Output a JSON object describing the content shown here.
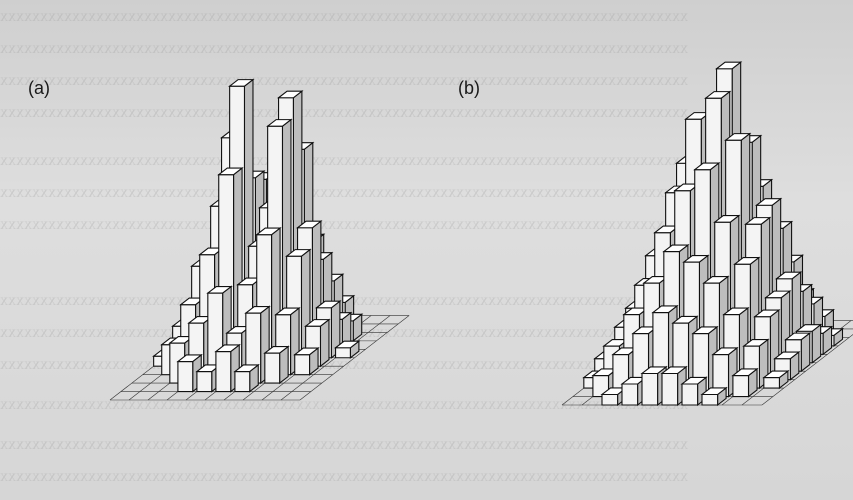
{
  "chart_data": [
    {
      "type": "3d-bar",
      "panel_label": "(a)",
      "grid_rows": 10,
      "grid_cols": 10,
      "heights": [
        [
          0,
          0,
          0,
          0,
          0,
          0,
          0,
          0,
          0,
          0
        ],
        [
          0,
          0,
          0,
          3,
          2,
          4,
          2,
          0,
          0,
          0
        ],
        [
          0,
          0,
          4,
          6,
          9,
          5,
          7,
          3,
          0,
          0
        ],
        [
          0,
          3,
          7,
          12,
          20,
          9,
          14,
          6,
          2,
          0
        ],
        [
          1,
          4,
          10,
          16,
          28,
          12,
          24,
          11,
          4,
          0
        ],
        [
          1,
          5,
          9,
          22,
          18,
          15,
          26,
          13,
          5,
          1
        ],
        [
          0,
          3,
          8,
          14,
          17,
          11,
          20,
          9,
          3,
          0
        ],
        [
          0,
          2,
          5,
          9,
          12,
          8,
          10,
          6,
          2,
          0
        ],
        [
          0,
          0,
          2,
          4,
          6,
          5,
          4,
          3,
          0,
          0
        ],
        [
          0,
          0,
          0,
          1,
          2,
          2,
          1,
          0,
          0,
          0
        ]
      ]
    },
    {
      "type": "3d-bar",
      "panel_label": "(b)",
      "grid_rows": 10,
      "grid_cols": 10,
      "heights": [
        [
          0,
          0,
          1,
          2,
          3,
          3,
          2,
          1,
          0,
          0
        ],
        [
          0,
          2,
          4,
          6,
          8,
          7,
          6,
          4,
          2,
          0
        ],
        [
          1,
          4,
          7,
          10,
          13,
          12,
          10,
          7,
          4,
          1
        ],
        [
          2,
          5,
          9,
          14,
          18,
          20,
          15,
          11,
          6,
          2
        ],
        [
          2,
          6,
          11,
          17,
          24,
          26,
          22,
          14,
          7,
          3
        ],
        [
          2,
          6,
          12,
          19,
          23,
          28,
          21,
          15,
          8,
          3
        ],
        [
          1,
          5,
          10,
          15,
          20,
          19,
          16,
          12,
          6,
          2
        ],
        [
          1,
          4,
          7,
          11,
          14,
          13,
          11,
          8,
          4,
          1
        ],
        [
          0,
          2,
          4,
          6,
          8,
          8,
          6,
          4,
          2,
          0
        ],
        [
          0,
          0,
          1,
          3,
          4,
          4,
          3,
          1,
          0,
          0
        ]
      ]
    }
  ]
}
